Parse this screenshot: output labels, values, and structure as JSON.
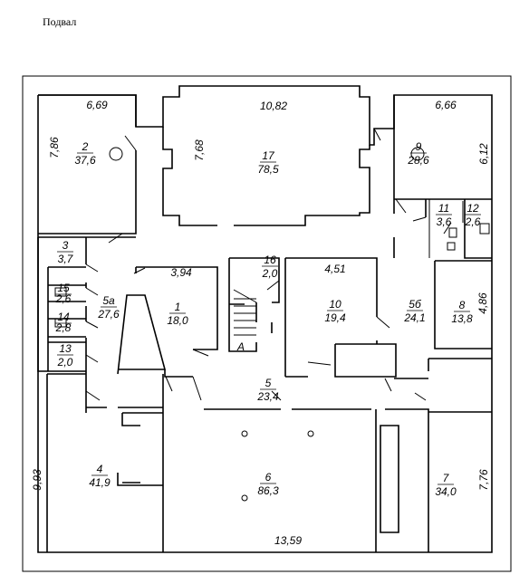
{
  "caption": "Подвал",
  "rooms": [
    {
      "id": "r2",
      "number": "2",
      "area": "37,6"
    },
    {
      "id": "r3",
      "number": "3",
      "area": "3,7"
    },
    {
      "id": "r15",
      "number": "15",
      "area": "2,6"
    },
    {
      "id": "r14",
      "number": "14",
      "area": "2,8"
    },
    {
      "id": "r13",
      "number": "13",
      "area": "2,0"
    },
    {
      "id": "r5a",
      "number": "5а",
      "area": "27,6"
    },
    {
      "id": "r1",
      "number": "1",
      "area": "18,0"
    },
    {
      "id": "r16",
      "number": "16",
      "area": "2,0"
    },
    {
      "id": "r10",
      "number": "10",
      "area": "19,4"
    },
    {
      "id": "r17",
      "number": "17",
      "area": "78,5"
    },
    {
      "id": "r9",
      "number": "9",
      "area": "28,6"
    },
    {
      "id": "r11",
      "number": "11",
      "area": "3,6"
    },
    {
      "id": "r12",
      "number": "12",
      "area": "2,6"
    },
    {
      "id": "r5b",
      "number": "5б",
      "area": "24,1"
    },
    {
      "id": "r8",
      "number": "8",
      "area": "13,8"
    },
    {
      "id": "r5",
      "number": "5",
      "area": "23,4"
    },
    {
      "id": "r4",
      "number": "4",
      "area": "41,9"
    },
    {
      "id": "r6",
      "number": "6",
      "area": "86,3"
    },
    {
      "id": "r7",
      "number": "7",
      "area": "34,0"
    }
  ],
  "dimensions": [
    "6,69",
    "7,86",
    "10,82",
    "7,68",
    "6,66",
    "6,12",
    "3,94",
    "4,51",
    "4,86",
    "9,93",
    "7,76",
    "13,59"
  ],
  "stair_label": "А"
}
